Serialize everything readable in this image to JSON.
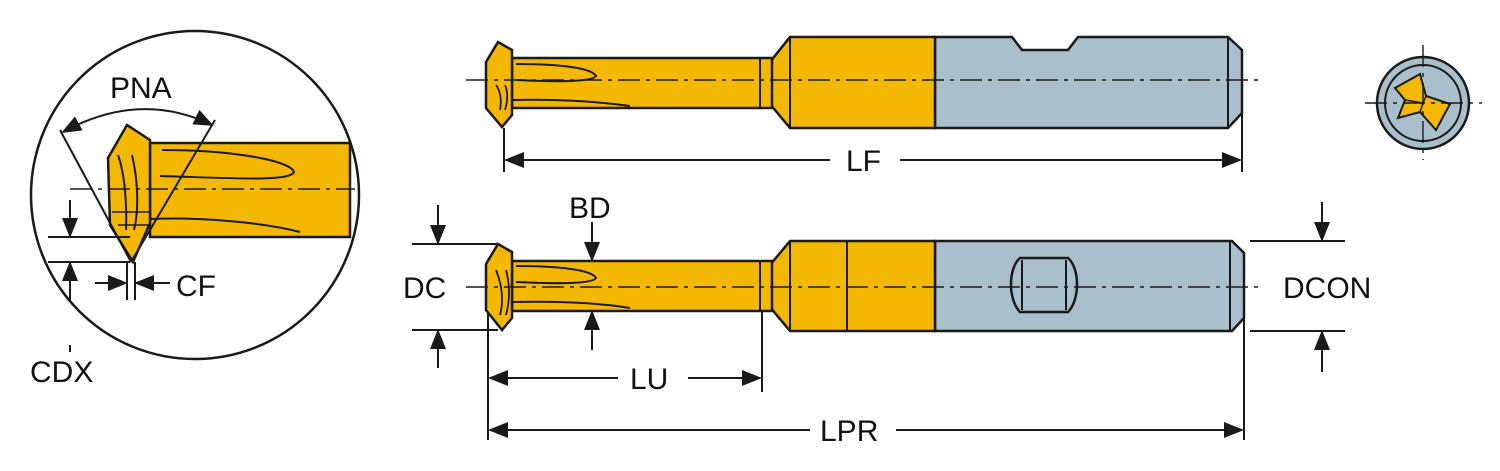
{
  "labels": {
    "pna": "PNA",
    "cf": "CF",
    "cdx": "CDX",
    "lf": "LF",
    "bd": "BD",
    "dc": "DC",
    "dcon": "DCON",
    "lu": "LU",
    "lpr": "LPR"
  },
  "colors": {
    "insert_gold": "#F5B800",
    "shank_gray": "#A9C0CC",
    "outline": "#1a1a1a"
  }
}
